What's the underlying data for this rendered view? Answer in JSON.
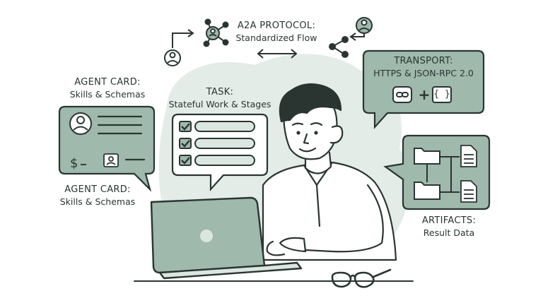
{
  "a2a": {
    "title": "A2A PROTOCOL:",
    "subtitle": "Standardized Flow"
  },
  "transport": {
    "title": "TRANSPORT:",
    "subtitle": "HTTPS & JSON-RPC 2.0",
    "plus": "+",
    "braces": "{ }"
  },
  "agent_card_top": {
    "title": "AGENT CARD:",
    "subtitle": "Skills & Schemas"
  },
  "agent_card_bottom": {
    "title": "AGENT CARD:",
    "subtitle": "Skills & Schemas"
  },
  "task": {
    "title": "TASK:",
    "subtitle": "Stateful Work & Stages"
  },
  "artifacts": {
    "title": "ARTIFACTS:",
    "subtitle": "Result Data"
  },
  "colors": {
    "sage": "#9fb9ac",
    "sage_light": "#dbe6e0",
    "ink": "#2a3532",
    "paper": "#ffffff"
  }
}
